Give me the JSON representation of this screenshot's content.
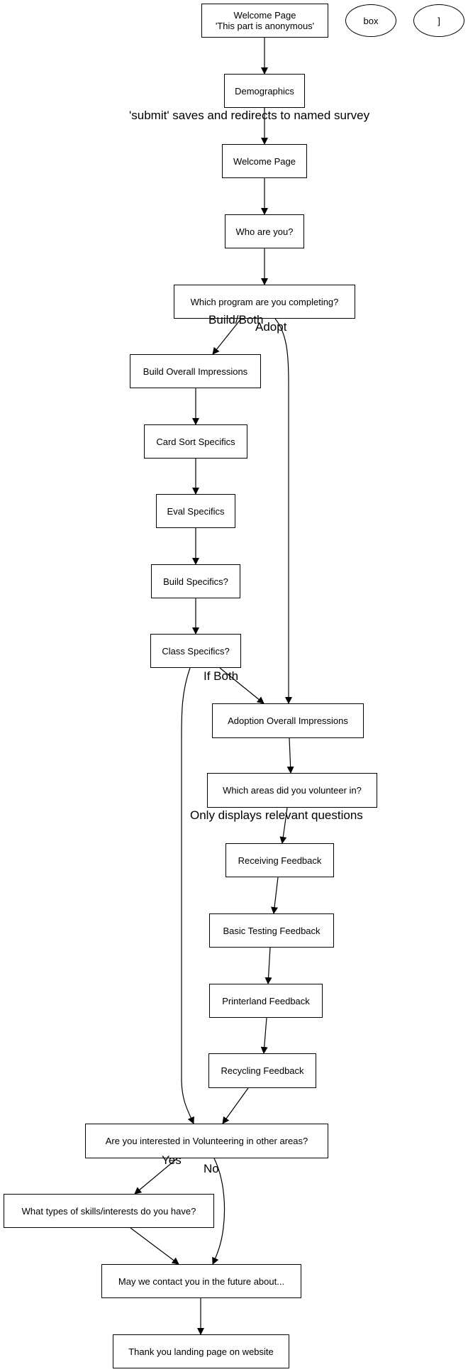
{
  "nodes": {
    "welcome_anon": "Welcome Page\n'This part is anonymous'",
    "legend_box": "box",
    "legend_bracket": "]",
    "demographics": "Demographics",
    "welcome": "Welcome Page",
    "who_are_you": "Who are you?",
    "which_program": "Which program are you completing?",
    "build_overall": "Build Overall Impressions",
    "card_sort": "Card Sort Specifics",
    "eval_specifics": "Eval Specifics",
    "build_specifics": "Build Specifics?",
    "class_specifics": "Class Specifics?",
    "adoption_overall": "Adoption Overall Impressions",
    "which_areas": "Which areas did you volunteer in?",
    "receiving": "Receiving Feedback",
    "basic_testing": "Basic Testing Feedback",
    "printerland": "Printerland Feedback",
    "recycling": "Recycling Feedback",
    "interested": "Are you interested in Volunteering in other areas?",
    "skills": "What types of skills/interests do you have?",
    "contact": "May we contact you in the future about...",
    "thank_you": "Thank you landing page on website"
  },
  "edge_labels": {
    "submit": "'submit' saves and redirects to named survey",
    "build_both": "Build/Both",
    "adopt": "Adopt",
    "if_both": "If Both",
    "only_relevant": "Only displays relevant questions",
    "yes": "Yes",
    "no": "No"
  }
}
